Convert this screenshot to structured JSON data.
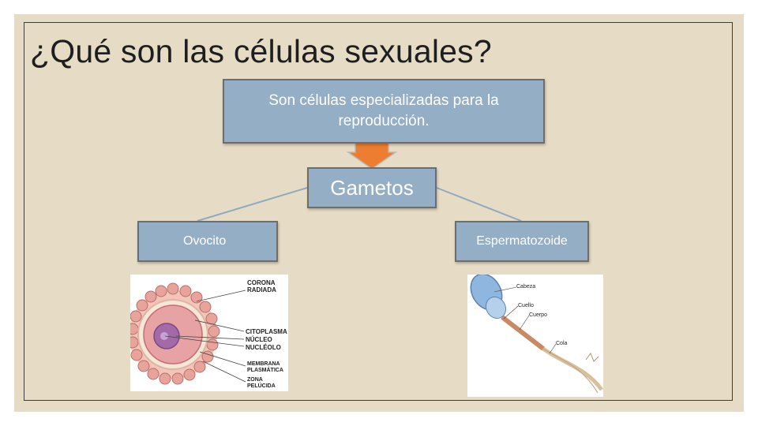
{
  "title": "¿Qué son las células sexuales?",
  "definition": "Son células especializadas para la reproducción.",
  "center_node": "Gametos",
  "left_node": "Ovocito",
  "right_node": "Espermatozoide",
  "ovocito_labels": {
    "corona": "CORONA RADIADA",
    "citoplasma": "CITOPLASMA",
    "nucleo": "NÚCLEO",
    "nucleolo": "NUCLÉOLO",
    "membrana": "MEMBRANA PLASMÁTICA",
    "zona": "ZONA PELÚCIDA"
  },
  "esperm_labels": {
    "cabeza": "Cabeza",
    "cuello": "Cuello",
    "cuerpo": "Cuerpo",
    "cola": "Cola"
  },
  "colors": {
    "background": "#e6dcc5",
    "box_fill": "#94aec5",
    "arrow": "#ed7d31",
    "connector": "#8fa9c2"
  }
}
